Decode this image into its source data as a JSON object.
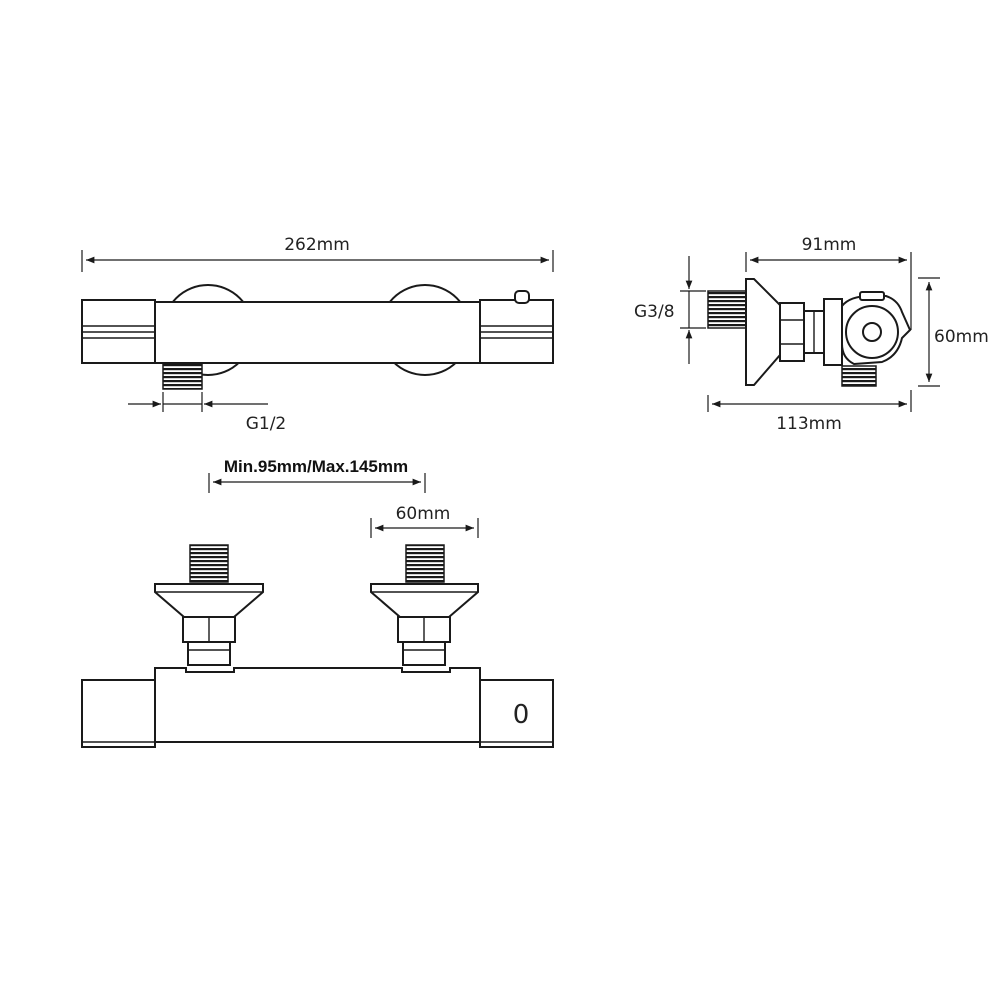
{
  "dimensions": {
    "top_width": "262mm",
    "inlet_thread": "G1/2",
    "side_depth": "91mm",
    "side_total": "113mm",
    "side_height": "60mm",
    "side_thread": "G3/8",
    "center_range": "Min.95mm/Max.145mm",
    "flange_width": "60mm"
  },
  "dial_marking": "0"
}
